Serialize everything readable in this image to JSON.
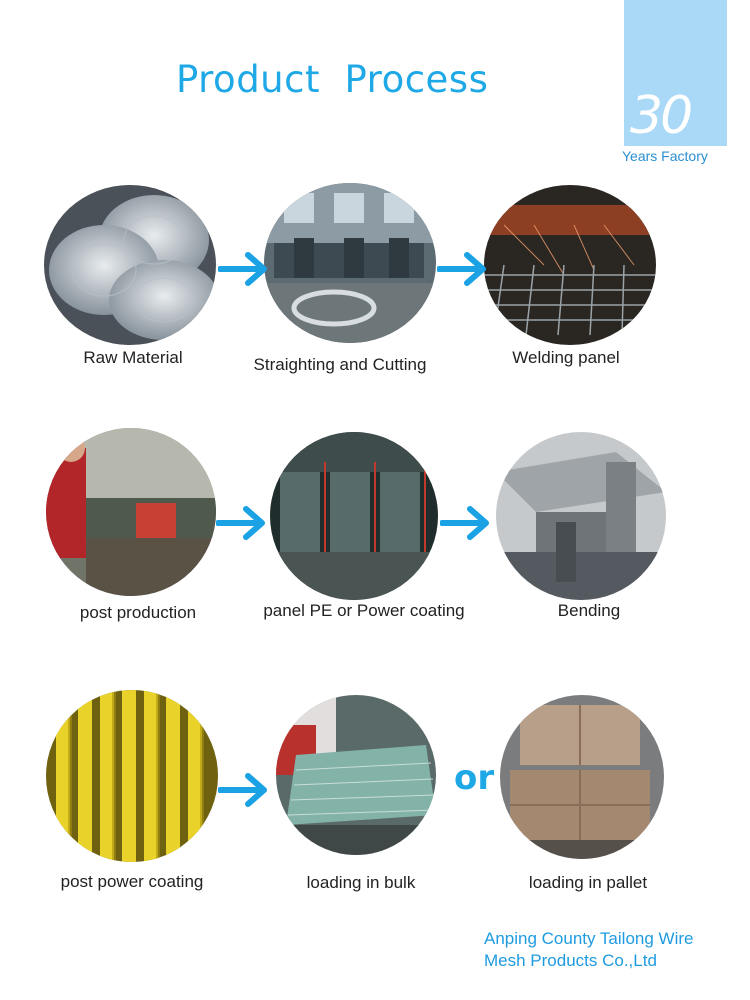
{
  "title": "Product  Process",
  "badge": {
    "number": "30",
    "subtitle": "Years Factory"
  },
  "steps": [
    {
      "label": "Raw Material"
    },
    {
      "label": "Straighting and Cutting"
    },
    {
      "label": "Welding panel"
    },
    {
      "label": "post production"
    },
    {
      "label": "panel PE or Power coating"
    },
    {
      "label": "Bending"
    },
    {
      "label": "post power coating"
    },
    {
      "label": "loading in bulk"
    },
    {
      "label": "loading in pallet"
    }
  ],
  "or_text": "or",
  "company": {
    "line1": "Anping County Tailong Wire",
    "line2": "Mesh Products Co.,Ltd"
  },
  "colors": {
    "accent": "#1fa8e6",
    "arrow": "#1aa2e4",
    "badge_bg": "#a9d9f7"
  }
}
